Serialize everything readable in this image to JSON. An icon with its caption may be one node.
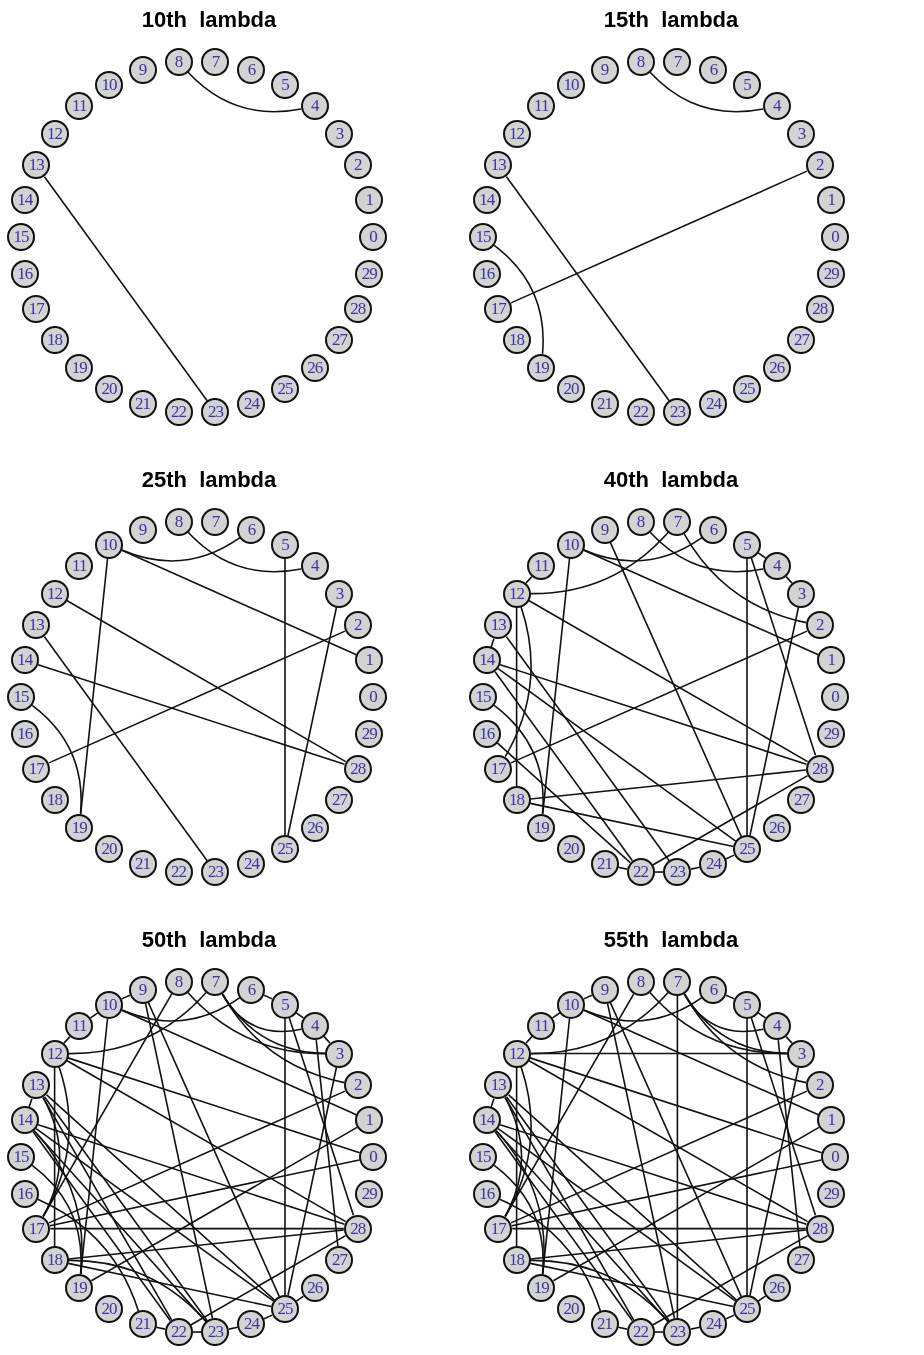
{
  "diagram": {
    "nodes": [
      {
        "text": [
          "0"
        ]
      },
      {
        "text": [
          "1"
        ]
      },
      {
        "text": [
          "2"
        ]
      },
      {
        "text": [
          "3"
        ]
      },
      {
        "text": [
          "4"
        ]
      },
      {
        "text": [
          "5"
        ]
      },
      {
        "text": [
          "6"
        ]
      },
      {
        "text": [
          "7"
        ]
      },
      {
        "text": [
          "8"
        ]
      },
      {
        "text": [
          "9"
        ]
      },
      {
        "text": [
          "10"
        ]
      },
      {
        "text": [
          "11"
        ]
      },
      {
        "text": [
          "12"
        ]
      },
      {
        "text": [
          "13"
        ]
      },
      {
        "text": [
          "14"
        ]
      },
      {
        "text": [
          "15"
        ]
      },
      {
        "text": [
          "16"
        ]
      },
      {
        "text": [
          "17"
        ]
      },
      {
        "text": [
          "18"
        ]
      },
      {
        "text": [
          "19"
        ]
      },
      {
        "text": [
          "20"
        ]
      },
      {
        "text": [
          "21"
        ]
      },
      {
        "text": [
          "22"
        ]
      },
      {
        "text": [
          "23"
        ]
      },
      {
        "text": [
          "24"
        ]
      },
      {
        "text": [
          "25"
        ]
      },
      {
        "text": [
          "26"
        ]
      },
      {
        "text": [
          "27"
        ]
      },
      {
        "text": [
          "28"
        ]
      },
      {
        "text": [
          "29"
        ]
      },
      {
        "text": [
          "0"
        ]
      },
      {
        "text": [
          "1"
        ]
      },
      {
        "text": [
          "2"
        ]
      },
      {
        "text": [
          "3"
        ]
      },
      {
        "text": [
          "4"
        ]
      },
      {
        "text": [
          "5"
        ]
      },
      {
        "text": [
          "6"
        ]
      },
      {
        "text": [
          "7"
        ]
      },
      {
        "text": [
          "8"
        ]
      },
      {
        "text": [
          "9"
        ]
      },
      {
        "text": [
          "10"
        ]
      },
      {
        "text": [
          "11"
        ]
      },
      {
        "text": [
          "12"
        ]
      },
      {
        "text": [
          "13"
        ]
      },
      {
        "text": [
          "14"
        ]
      },
      {
        "text": [
          "15"
        ]
      },
      {
        "text": [
          "16"
        ]
      },
      {
        "text": [
          "17"
        ]
      },
      {
        "text": [
          "18"
        ]
      },
      {
        "text": [
          "19"
        ]
      },
      {
        "text": [
          "20"
        ]
      },
      {
        "text": [
          "21"
        ]
      },
      {
        "text": [
          "22"
        ]
      },
      {
        "text": [
          "23"
        ]
      },
      {
        "text": [
          "24"
        ]
      },
      {
        "text": [
          "25"
        ]
      },
      {
        "text": [
          "26"
        ]
      },
      {
        "text": [
          "27"
        ]
      },
      {
        "text": [
          "28"
        ]
      },
      {
        "text": [
          "29"
        ]
      },
      {
        "text": [
          "0"
        ]
      },
      {
        "text": [
          "1"
        ]
      },
      {
        "text": [
          "2"
        ]
      },
      {
        "text": [
          "3"
        ]
      },
      {
        "text": [
          "4"
        ]
      },
      {
        "text": [
          "5"
        ]
      },
      {
        "text": [
          "6"
        ]
      },
      {
        "text": [
          "7"
        ]
      },
      {
        "text": [
          "8"
        ]
      },
      {
        "text": [
          "9"
        ]
      },
      {
        "text": [
          "10"
        ]
      },
      {
        "text": [
          "11"
        ]
      },
      {
        "text": [
          "12"
        ]
      },
      {
        "text": [
          "13"
        ]
      },
      {
        "text": [
          "14"
        ]
      },
      {
        "text": [
          "15"
        ]
      },
      {
        "text": [
          "16"
        ]
      },
      {
        "text": [
          "17"
        ]
      },
      {
        "text": [
          "18"
        ]
      },
      {
        "text": [
          "19"
        ]
      },
      {
        "text": [
          "20"
        ]
      },
      {
        "text": [
          "21"
        ]
      },
      {
        "text": [
          "22"
        ]
      },
      {
        "text": [
          "23"
        ]
      },
      {
        "text": [
          "24"
        ]
      },
      {
        "text": [
          "25"
        ]
      },
      {
        "text": [
          "26"
        ]
      },
      {
        "text": [
          "27"
        ]
      },
      {
        "text": [
          "28"
        ]
      },
      {
        "text": [
          "29"
        ]
      },
      {
        "text": [
          "0"
        ]
      },
      {
        "text": [
          "1"
        ]
      },
      {
        "text": [
          "2"
        ]
      },
      {
        "text": [
          "3"
        ]
      },
      {
        "text": [
          "4"
        ]
      },
      {
        "text": [
          "5"
        ]
      },
      {
        "text": [
          "6"
        ]
      },
      {
        "text": [
          "7"
        ]
      },
      {
        "text": [
          "8"
        ]
      },
      {
        "text": [
          "9"
        ]
      },
      {
        "text": [
          "10"
        ]
      },
      {
        "text": [
          "11"
        ]
      },
      {
        "text": [
          "12"
        ]
      },
      {
        "text": [
          "13"
        ]
      },
      {
        "text": [
          "14"
        ]
      },
      {
        "text": [
          "15"
        ]
      },
      {
        "text": [
          "16"
        ]
      },
      {
        "text": [
          "17"
        ]
      },
      {
        "text": [
          "18"
        ]
      },
      {
        "text": [
          "19"
        ]
      },
      {
        "text": [
          "20"
        ]
      },
      {
        "text": [
          "21"
        ]
      },
      {
        "text": [
          "22"
        ]
      },
      {
        "text": [
          "23"
        ]
      },
      {
        "text": [
          "24"
        ]
      },
      {
        "text": [
          "25"
        ]
      },
      {
        "text": [
          "26"
        ]
      },
      {
        "text": [
          "27"
        ]
      },
      {
        "text": [
          "28"
        ]
      },
      {
        "text": [
          "29"
        ]
      },
      {
        "text": [
          "0"
        ]
      },
      {
        "text": [
          "1"
        ]
      },
      {
        "text": [
          "2"
        ]
      },
      {
        "text": [
          "3"
        ]
      },
      {
        "text": [
          "4"
        ]
      },
      {
        "text": [
          "5"
        ]
      },
      {
        "text": [
          "6"
        ]
      },
      {
        "text": [
          "7"
        ]
      },
      {
        "text": [
          "8"
        ]
      },
      {
        "text": [
          "9"
        ]
      },
      {
        "text": [
          "10"
        ]
      },
      {
        "text": [
          "11"
        ]
      },
      {
        "text": [
          "12"
        ]
      },
      {
        "text": [
          "13"
        ]
      },
      {
        "text": [
          "14"
        ]
      },
      {
        "text": [
          "15"
        ]
      },
      {
        "text": [
          "16"
        ]
      },
      {
        "text": [
          "17"
        ]
      },
      {
        "text": [
          "18"
        ]
      },
      {
        "text": [
          "19"
        ]
      },
      {
        "text": [
          "20"
        ]
      },
      {
        "text": [
          "21"
        ]
      },
      {
        "text": [
          "22"
        ]
      },
      {
        "text": [
          "23"
        ]
      },
      {
        "text": [
          "24"
        ]
      },
      {
        "text": [
          "25"
        ]
      },
      {
        "text": [
          "26"
        ]
      },
      {
        "text": [
          "27"
        ]
      },
      {
        "text": [
          "28"
        ]
      },
      {
        "text": [
          "29"
        ]
      },
      {
        "text": [
          "0"
        ]
      },
      {
        "text": [
          "1"
        ]
      },
      {
        "text": [
          "2"
        ]
      },
      {
        "text": [
          "3"
        ]
      },
      {
        "text": [
          "4"
        ]
      },
      {
        "text": [
          "5"
        ]
      },
      {
        "text": [
          "6"
        ]
      },
      {
        "text": [
          "7"
        ]
      },
      {
        "text": [
          "8"
        ]
      },
      {
        "text": [
          "9"
        ]
      },
      {
        "text": [
          "10"
        ]
      },
      {
        "text": [
          "11"
        ]
      },
      {
        "text": [
          "12"
        ]
      },
      {
        "text": [
          "13"
        ]
      },
      {
        "text": [
          "14"
        ]
      },
      {
        "text": [
          "15"
        ]
      },
      {
        "text": [
          "16"
        ]
      },
      {
        "text": [
          "17"
        ]
      },
      {
        "text": [
          "18"
        ]
      },
      {
        "text": [
          "19"
        ]
      },
      {
        "text": [
          "20"
        ]
      },
      {
        "text": [
          "21"
        ]
      },
      {
        "text": [
          "22"
        ]
      },
      {
        "text": [
          "23"
        ]
      },
      {
        "text": [
          "24"
        ]
      },
      {
        "text": [
          "25"
        ]
      },
      {
        "text": [
          "26"
        ]
      },
      {
        "text": [
          "27"
        ]
      },
      {
        "text": [
          "28"
        ]
      },
      {
        "text": [
          "29"
        ]
      }
    ],
    "edges": [
      {
        "from": 8,
        "to": 4,
        "arrow": "none"
      },
      {
        "from": 13,
        "to": 23,
        "arrow": "none"
      },
      {
        "from": 38,
        "to": 34,
        "arrow": "none"
      },
      {
        "from": 32,
        "to": 47,
        "arrow": "none"
      },
      {
        "from": 43,
        "to": 53,
        "arrow": "none"
      },
      {
        "from": 45,
        "to": 49,
        "arrow": "none"
      },
      {
        "from": 70,
        "to": 66,
        "arrow": "none"
      },
      {
        "from": 68,
        "to": 64,
        "arrow": "none"
      },
      {
        "from": 70,
        "to": 61,
        "arrow": "none"
      },
      {
        "from": 70,
        "to": 79,
        "arrow": "none"
      },
      {
        "from": 65,
        "to": 85,
        "arrow": "none"
      },
      {
        "from": 63,
        "to": 85,
        "arrow": "none"
      },
      {
        "from": 72,
        "to": 88,
        "arrow": "none"
      },
      {
        "from": 74,
        "to": 88,
        "arrow": "none"
      },
      {
        "from": 62,
        "to": 77,
        "arrow": "none"
      },
      {
        "from": 73,
        "to": 83,
        "arrow": "none"
      },
      {
        "from": 75,
        "to": 79,
        "arrow": "none"
      },
      {
        "from": 100,
        "to": 96,
        "arrow": "none"
      },
      {
        "from": 98,
        "to": 94,
        "arrow": "none"
      },
      {
        "from": 97,
        "to": 92,
        "arrow": "none"
      },
      {
        "from": 95,
        "to": 94,
        "arrow": "none"
      },
      {
        "from": 94,
        "to": 93,
        "arrow": "none"
      },
      {
        "from": 102,
        "to": 97,
        "arrow": "none"
      },
      {
        "from": 102,
        "to": 101,
        "arrow": "none"
      },
      {
        "from": 102,
        "to": 118,
        "arrow": "none"
      },
      {
        "from": 102,
        "to": 107,
        "arrow": "none"
      },
      {
        "from": 102,
        "to": 108,
        "arrow": "none"
      },
      {
        "from": 103,
        "to": 104,
        "arrow": "none"
      },
      {
        "from": 103,
        "to": 113,
        "arrow": "none"
      },
      {
        "from": 104,
        "to": 118,
        "arrow": "none"
      },
      {
        "from": 104,
        "to": 115,
        "arrow": "none"
      },
      {
        "from": 104,
        "to": 112,
        "arrow": "none"
      },
      {
        "from": 106,
        "to": 112,
        "arrow": "none"
      },
      {
        "from": 105,
        "to": 109,
        "arrow": "none"
      },
      {
        "from": 100,
        "to": 91,
        "arrow": "none"
      },
      {
        "from": 100,
        "to": 109,
        "arrow": "none"
      },
      {
        "from": 99,
        "to": 115,
        "arrow": "none"
      },
      {
        "from": 95,
        "to": 115,
        "arrow": "none"
      },
      {
        "from": 95,
        "to": 118,
        "arrow": "none"
      },
      {
        "from": 93,
        "to": 115,
        "arrow": "none"
      },
      {
        "from": 92,
        "to": 107,
        "arrow": "none"
      },
      {
        "from": 108,
        "to": 118,
        "arrow": "none"
      },
      {
        "from": 108,
        "to": 115,
        "arrow": "none"
      },
      {
        "from": 118,
        "to": 112,
        "arrow": "none"
      },
      {
        "from": 111,
        "to": 112,
        "arrow": "none"
      },
      {
        "from": 112,
        "to": 113,
        "arrow": "none"
      },
      {
        "from": 113,
        "to": 114,
        "arrow": "none"
      },
      {
        "from": 114,
        "to": 115,
        "arrow": "none"
      },
      {
        "from": 130,
        "to": 129,
        "arrow": "none"
      },
      {
        "from": 130,
        "to": 126,
        "arrow": "none"
      },
      {
        "from": 131,
        "to": 130,
        "arrow": "none"
      },
      {
        "from": 132,
        "to": 131,
        "arrow": "none"
      },
      {
        "from": 132,
        "to": 127,
        "arrow": "none"
      },
      {
        "from": 132,
        "to": 120,
        "arrow": "none"
      },
      {
        "from": 132,
        "to": 148,
        "arrow": "none"
      },
      {
        "from": 132,
        "to": 137,
        "arrow": "none"
      },
      {
        "from": 132,
        "to": 138,
        "arrow": "none"
      },
      {
        "from": 133,
        "to": 134,
        "arrow": "none"
      },
      {
        "from": 133,
        "to": 137,
        "arrow": "none"
      },
      {
        "from": 133,
        "to": 145,
        "arrow": "none"
      },
      {
        "from": 133,
        "to": 143,
        "arrow": "none"
      },
      {
        "from": 133,
        "to": 142,
        "arrow": "none"
      },
      {
        "from": 134,
        "to": 148,
        "arrow": "none"
      },
      {
        "from": 134,
        "to": 145,
        "arrow": "none"
      },
      {
        "from": 134,
        "to": 142,
        "arrow": "none"
      },
      {
        "from": 134,
        "to": 143,
        "arrow": "none"
      },
      {
        "from": 134,
        "to": 139,
        "arrow": "none"
      },
      {
        "from": 135,
        "to": 139,
        "arrow": "none"
      },
      {
        "from": 136,
        "to": 141,
        "arrow": "none"
      },
      {
        "from": 137,
        "to": 128,
        "arrow": "none"
      },
      {
        "from": 137,
        "to": 122,
        "arrow": "none"
      },
      {
        "from": 137,
        "to": 120,
        "arrow": "none"
      },
      {
        "from": 137,
        "to": 148,
        "arrow": "none"
      },
      {
        "from": 139,
        "to": 121,
        "arrow": "none"
      },
      {
        "from": 138,
        "to": 148,
        "arrow": "none"
      },
      {
        "from": 138,
        "to": 145,
        "arrow": "none"
      },
      {
        "from": 138,
        "to": 143,
        "arrow": "none"
      },
      {
        "from": 129,
        "to": 145,
        "arrow": "none"
      },
      {
        "from": 129,
        "to": 143,
        "arrow": "none"
      },
      {
        "from": 130,
        "to": 121,
        "arrow": "none"
      },
      {
        "from": 130,
        "to": 139,
        "arrow": "none"
      },
      {
        "from": 128,
        "to": 123,
        "arrow": "none"
      },
      {
        "from": 127,
        "to": 123,
        "arrow": "none"
      },
      {
        "from": 127,
        "to": 124,
        "arrow": "none"
      },
      {
        "from": 126,
        "to": 125,
        "arrow": "none"
      },
      {
        "from": 125,
        "to": 124,
        "arrow": "none"
      },
      {
        "from": 124,
        "to": 123,
        "arrow": "none"
      },
      {
        "from": 125,
        "to": 145,
        "arrow": "none"
      },
      {
        "from": 125,
        "to": 148,
        "arrow": "none"
      },
      {
        "from": 124,
        "to": 147,
        "arrow": "none"
      },
      {
        "from": 123,
        "to": 145,
        "arrow": "none"
      },
      {
        "from": 148,
        "to": 142,
        "arrow": "none"
      },
      {
        "from": 141,
        "to": 142,
        "arrow": "none"
      },
      {
        "from": 142,
        "to": 143,
        "arrow": "none"
      },
      {
        "from": 143,
        "to": 144,
        "arrow": "none"
      },
      {
        "from": 144,
        "to": 145,
        "arrow": "none"
      },
      {
        "from": 145,
        "to": 146,
        "arrow": "none"
      },
      {
        "from": 127,
        "to": 122,
        "arrow": "none"
      },
      {
        "from": 160,
        "to": 159,
        "arrow": "none"
      },
      {
        "from": 160,
        "to": 156,
        "arrow": "none"
      },
      {
        "from": 161,
        "to": 160,
        "arrow": "none"
      },
      {
        "from": 162,
        "to": 161,
        "arrow": "none"
      },
      {
        "from": 162,
        "to": 157,
        "arrow": "none"
      },
      {
        "from": 162,
        "to": 150,
        "arrow": "none"
      },
      {
        "from": 162,
        "to": 178,
        "arrow": "none"
      },
      {
        "from": 162,
        "to": 167,
        "arrow": "none"
      },
      {
        "from": 162,
        "to": 168,
        "arrow": "none"
      },
      {
        "from": 163,
        "to": 164,
        "arrow": "none"
      },
      {
        "from": 163,
        "to": 167,
        "arrow": "none"
      },
      {
        "from": 163,
        "to": 175,
        "arrow": "none"
      },
      {
        "from": 163,
        "to": 173,
        "arrow": "none"
      },
      {
        "from": 163,
        "to": 172,
        "arrow": "none"
      },
      {
        "from": 164,
        "to": 178,
        "arrow": "none"
      },
      {
        "from": 164,
        "to": 175,
        "arrow": "none"
      },
      {
        "from": 164,
        "to": 172,
        "arrow": "none"
      },
      {
        "from": 164,
        "to": 173,
        "arrow": "none"
      },
      {
        "from": 164,
        "to": 169,
        "arrow": "none"
      },
      {
        "from": 165,
        "to": 169,
        "arrow": "none"
      },
      {
        "from": 166,
        "to": 171,
        "arrow": "none"
      },
      {
        "from": 167,
        "to": 158,
        "arrow": "none"
      },
      {
        "from": 167,
        "to": 152,
        "arrow": "none"
      },
      {
        "from": 167,
        "to": 150,
        "arrow": "none"
      },
      {
        "from": 167,
        "to": 178,
        "arrow": "none"
      },
      {
        "from": 169,
        "to": 151,
        "arrow": "none"
      },
      {
        "from": 168,
        "to": 178,
        "arrow": "none"
      },
      {
        "from": 168,
        "to": 175,
        "arrow": "none"
      },
      {
        "from": 168,
        "to": 173,
        "arrow": "none"
      },
      {
        "from": 159,
        "to": 175,
        "arrow": "none"
      },
      {
        "from": 159,
        "to": 173,
        "arrow": "none"
      },
      {
        "from": 160,
        "to": 151,
        "arrow": "none"
      },
      {
        "from": 160,
        "to": 169,
        "arrow": "none"
      },
      {
        "from": 158,
        "to": 153,
        "arrow": "none"
      },
      {
        "from": 157,
        "to": 153,
        "arrow": "none"
      },
      {
        "from": 157,
        "to": 154,
        "arrow": "none"
      },
      {
        "from": 156,
        "to": 155,
        "arrow": "none"
      },
      {
        "from": 155,
        "to": 154,
        "arrow": "none"
      },
      {
        "from": 154,
        "to": 153,
        "arrow": "none"
      },
      {
        "from": 155,
        "to": 175,
        "arrow": "none"
      },
      {
        "from": 155,
        "to": 178,
        "arrow": "none"
      },
      {
        "from": 154,
        "to": 177,
        "arrow": "none"
      },
      {
        "from": 153,
        "to": 175,
        "arrow": "none"
      },
      {
        "from": 178,
        "to": 172,
        "arrow": "none"
      },
      {
        "from": 171,
        "to": 172,
        "arrow": "none"
      },
      {
        "from": 172,
        "to": 173,
        "arrow": "none"
      },
      {
        "from": 173,
        "to": 174,
        "arrow": "none"
      },
      {
        "from": 174,
        "to": 175,
        "arrow": "none"
      },
      {
        "from": 175,
        "to": 176,
        "arrow": "none"
      },
      {
        "from": 157,
        "to": 152,
        "arrow": "none"
      },
      {
        "from": 162,
        "to": 153,
        "arrow": "none"
      },
      {
        "from": 157,
        "to": 173,
        "arrow": "none"
      }
    ],
    "labels": [
      "10th  lambda",
      "15th  lambda",
      "25th  lambda",
      "40th  lambda",
      "50th  lambda",
      "55th  lambda"
    ]
  }
}
